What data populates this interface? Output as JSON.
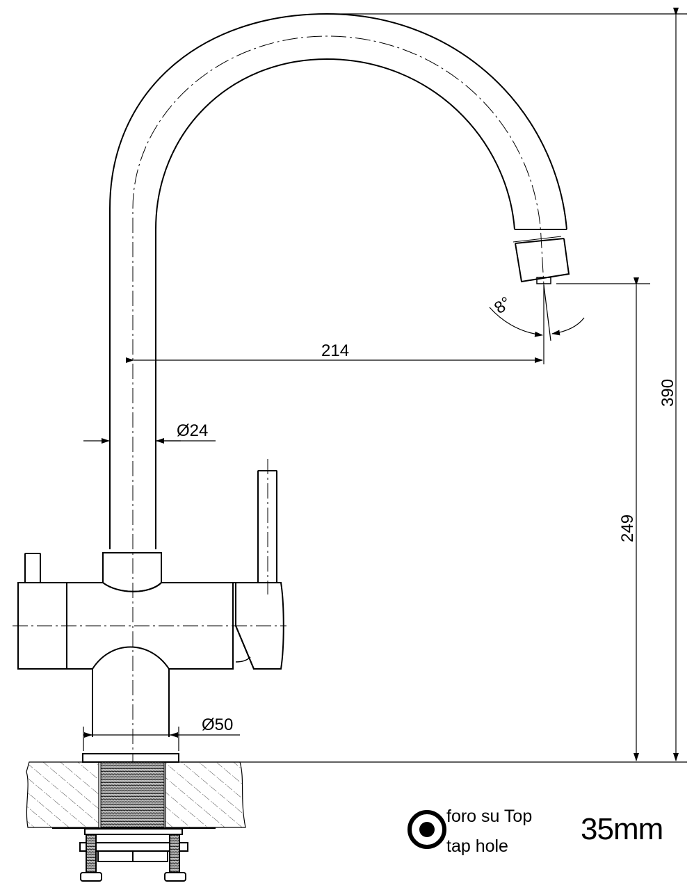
{
  "drawing": {
    "subject": "kitchen tap technical drawing",
    "dimensions": {
      "reach": "214",
      "spout_diameter": "Ø24",
      "base_diameter": "Ø50",
      "spout_height": "249",
      "total_height": "390",
      "spout_angle": "8°"
    }
  },
  "legend": {
    "icon": "tap-hole-target-icon",
    "line1": "foro su Top",
    "line2": "tap hole",
    "size": "35mm"
  },
  "colors": {
    "line": "#000000",
    "background": "#ffffff",
    "hatch": "#555555"
  }
}
